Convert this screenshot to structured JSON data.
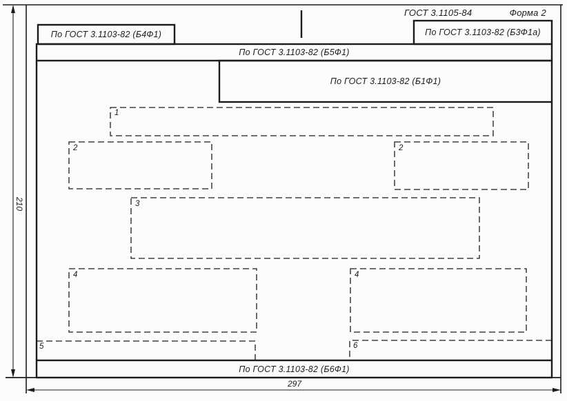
{
  "header": {
    "standard": "ГОСТ 3.1105-84",
    "form_label": "Форма 2"
  },
  "blocks": {
    "b4f1_label": "По ГОСТ 3.1103-82 (Б4Ф1)",
    "b3f1a_label": "По ГОСТ 3.1103-82 (Б3Ф1а)",
    "b5f1_label": "По ГОСТ 3.1103-82 (Б5Ф1)",
    "b1f1_label": "По ГОСТ 3.1103-82 (Б1Ф1)",
    "b6f1_label": "По ГОСТ 3.1103-82 (Б6Ф1)"
  },
  "zones": [
    {
      "label": "1"
    },
    {
      "label": "2"
    },
    {
      "label": "2"
    },
    {
      "label": "3"
    },
    {
      "label": "4"
    },
    {
      "label": "4"
    },
    {
      "label": "5"
    },
    {
      "label": "6"
    }
  ],
  "dimensions": {
    "height_mm": "210",
    "width_mm": "297"
  },
  "colors": {
    "line": "#1b1b1b",
    "background": "#fcfcfa"
  }
}
